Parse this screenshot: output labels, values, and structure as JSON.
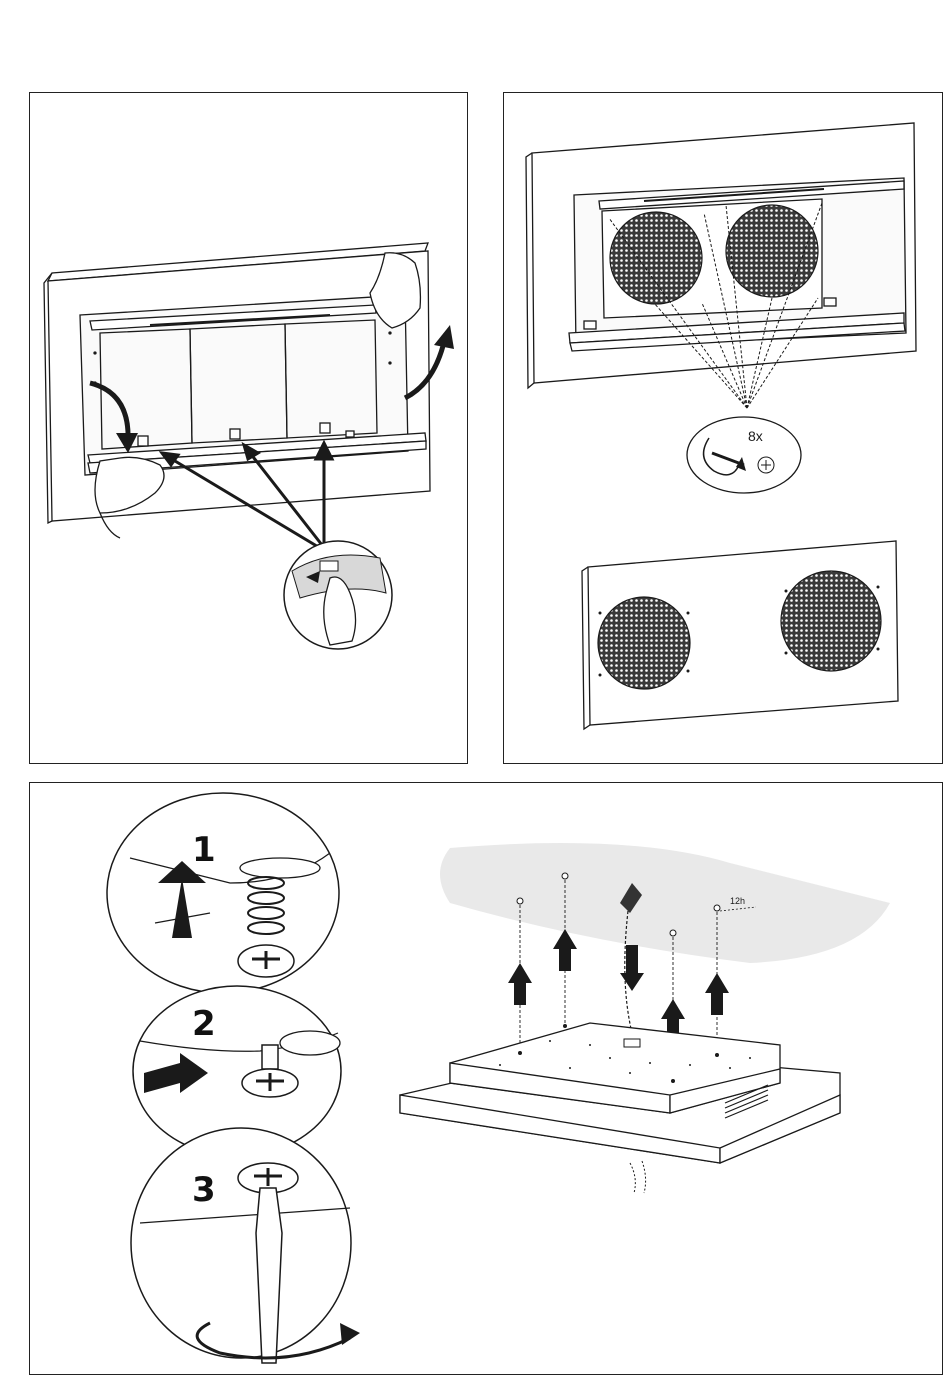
{
  "panels": {
    "top_left": {
      "name": "filter-removal-panel"
    },
    "top_right": {
      "name": "fan-grille-panel",
      "screw_count_label": "8x"
    },
    "bottom": {
      "name": "ceiling-mount-panel",
      "steps": [
        {
          "number": "1"
        },
        {
          "number": "2"
        },
        {
          "number": "3"
        }
      ],
      "ceiling_label": "12h"
    }
  },
  "colors": {
    "line": "#1a1a1a",
    "ceiling": "#e9e9e9",
    "grille": "#3a3a3a",
    "background": "#ffffff"
  }
}
